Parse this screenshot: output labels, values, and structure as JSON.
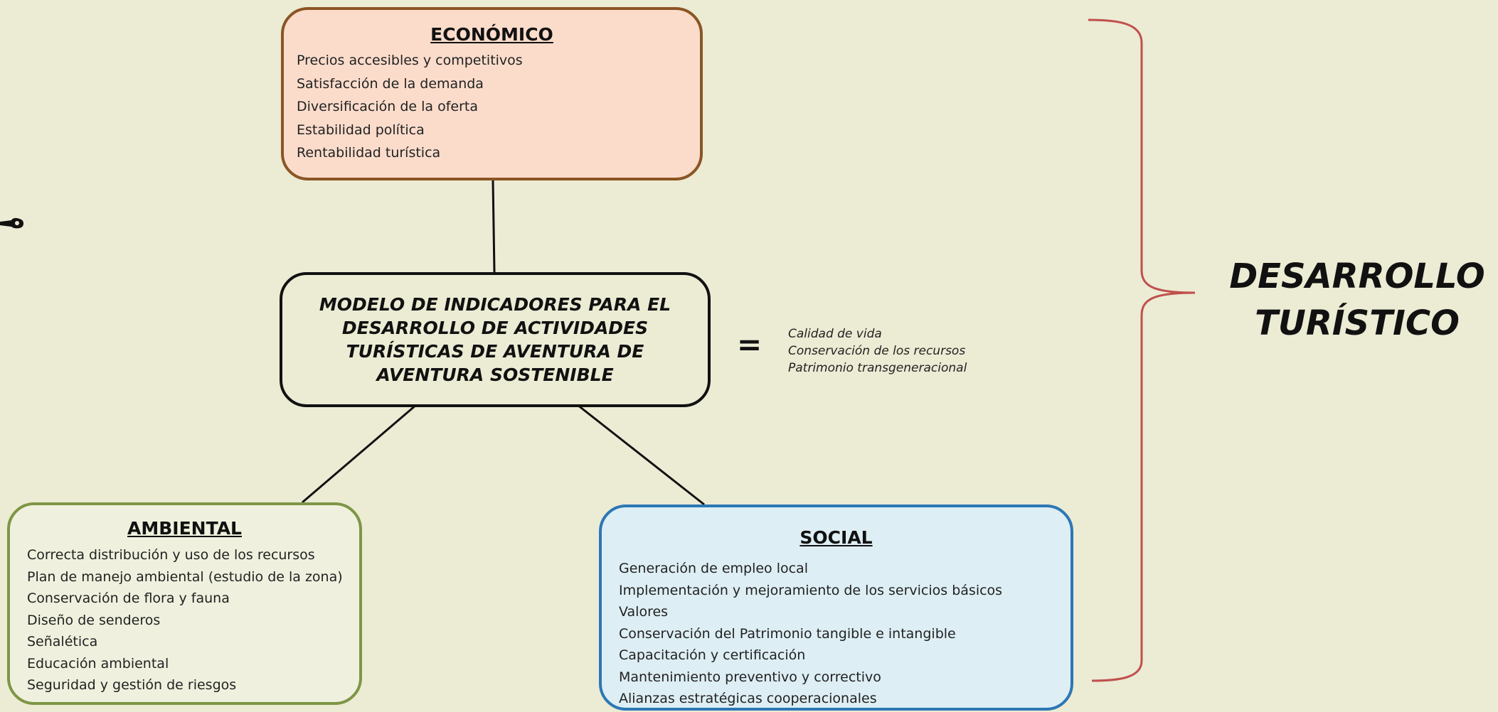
{
  "economico": {
    "title": "ECONÓMICO",
    "items": [
      "Precios accesibles y competitivos",
      "Satisfacción de la demanda",
      "Diversificación de la oferta",
      "Estabilidad política",
      "Rentabilidad turística"
    ]
  },
  "center": {
    "title": "MODELO DE INDICADORES PARA EL\nDESARROLLO DE ACTIVIDADES\nTURÍSTICAS DE AVENTURA DE\nAVENTURA SOSTENIBLE"
  },
  "equals": "=",
  "outcomes": [
    "Calidad de vida",
    "Conservación de los recursos",
    "Patrimonio transgeneracional"
  ],
  "ambiental": {
    "title": "AMBIENTAL",
    "items": [
      "Correcta distribución y uso de los recursos",
      "Plan de manejo ambiental (estudio de la zona)",
      " Conservación de flora y fauna",
      "Diseño de senderos",
      "Señalética",
      "Educación ambiental",
      "Seguridad y gestión de riesgos"
    ]
  },
  "social": {
    "title": "SOCIAL",
    "items": [
      "Generación de empleo local",
      "Implementación y mejoramiento de los servicios básicos",
      "Valores",
      "Conservación del Patrimonio tangible e intangible",
      "Capacitación y certificación",
      "Mantenimiento preventivo y correctivo",
      "Alianzas estratégicas cooperacionales"
    ]
  },
  "result": {
    "line1": "DESARROLLO",
    "line2": "TURÍSTICO"
  },
  "colors": {
    "background": "#ECEBD4",
    "economico_fill": "#FBDCCB",
    "economico_border": "#8B5524",
    "ambiental_fill": "#EFF1DE",
    "ambiental_border": "#7E9646",
    "social_fill": "#DDEEF4",
    "social_border": "#2C77B5",
    "brace": "#C0504D"
  },
  "icons": [
    "pointing-hand-icon"
  ]
}
